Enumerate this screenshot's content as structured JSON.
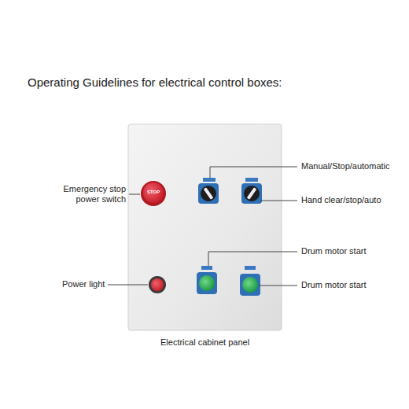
{
  "diagram": {
    "title": "Operating Guidelines for electrical control boxes:",
    "caption": "Electrical cabinet panel",
    "labels": [
      "Emergency stop power switch",
      "STOP",
      "Manual/Stop/automatic",
      "Hand clear/stop/auto",
      "Drum motor start",
      "Power light",
      "Drum motor start"
    ]
  }
}
